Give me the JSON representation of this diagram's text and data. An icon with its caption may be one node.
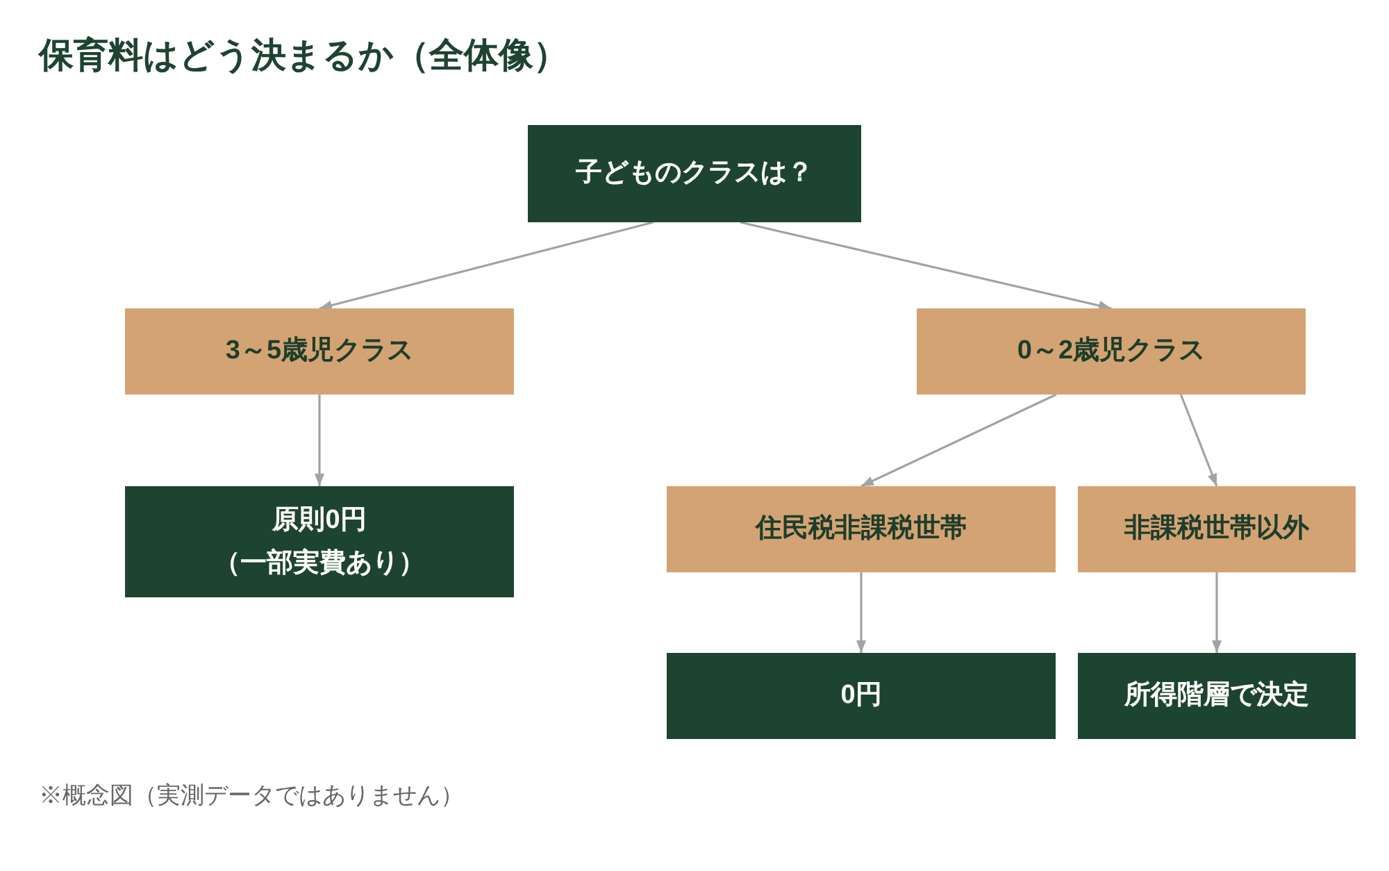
{
  "diagram": {
    "title": "保育料はどう決まるか（全体像）",
    "caption": "※概念図（実測データではありません）",
    "nodes": [
      {
        "text": [
          "子どものクラスは？"
        ]
      },
      {
        "text": [
          "3～5歳児クラス"
        ]
      },
      {
        "text": [
          "0～2歳児クラス"
        ]
      },
      {
        "text": [
          "原則0円",
          "（一部実費あり）"
        ]
      },
      {
        "text": [
          "住民税非課税世帯"
        ]
      },
      {
        "text": [
          "非課税世帯以外"
        ]
      },
      {
        "text": [
          "0円"
        ]
      },
      {
        "text": [
          "所得階層で決定"
        ]
      }
    ],
    "edges": [
      {
        "from": 0,
        "to": 1,
        "arrow": "to"
      },
      {
        "from": 0,
        "to": 2,
        "arrow": "to"
      },
      {
        "from": 1,
        "to": 3,
        "arrow": "to"
      },
      {
        "from": 2,
        "to": 4,
        "arrow": "to"
      },
      {
        "from": 2,
        "to": 5,
        "arrow": "to"
      },
      {
        "from": 4,
        "to": 6,
        "arrow": "to"
      },
      {
        "from": 5,
        "to": 7,
        "arrow": "to"
      }
    ]
  }
}
